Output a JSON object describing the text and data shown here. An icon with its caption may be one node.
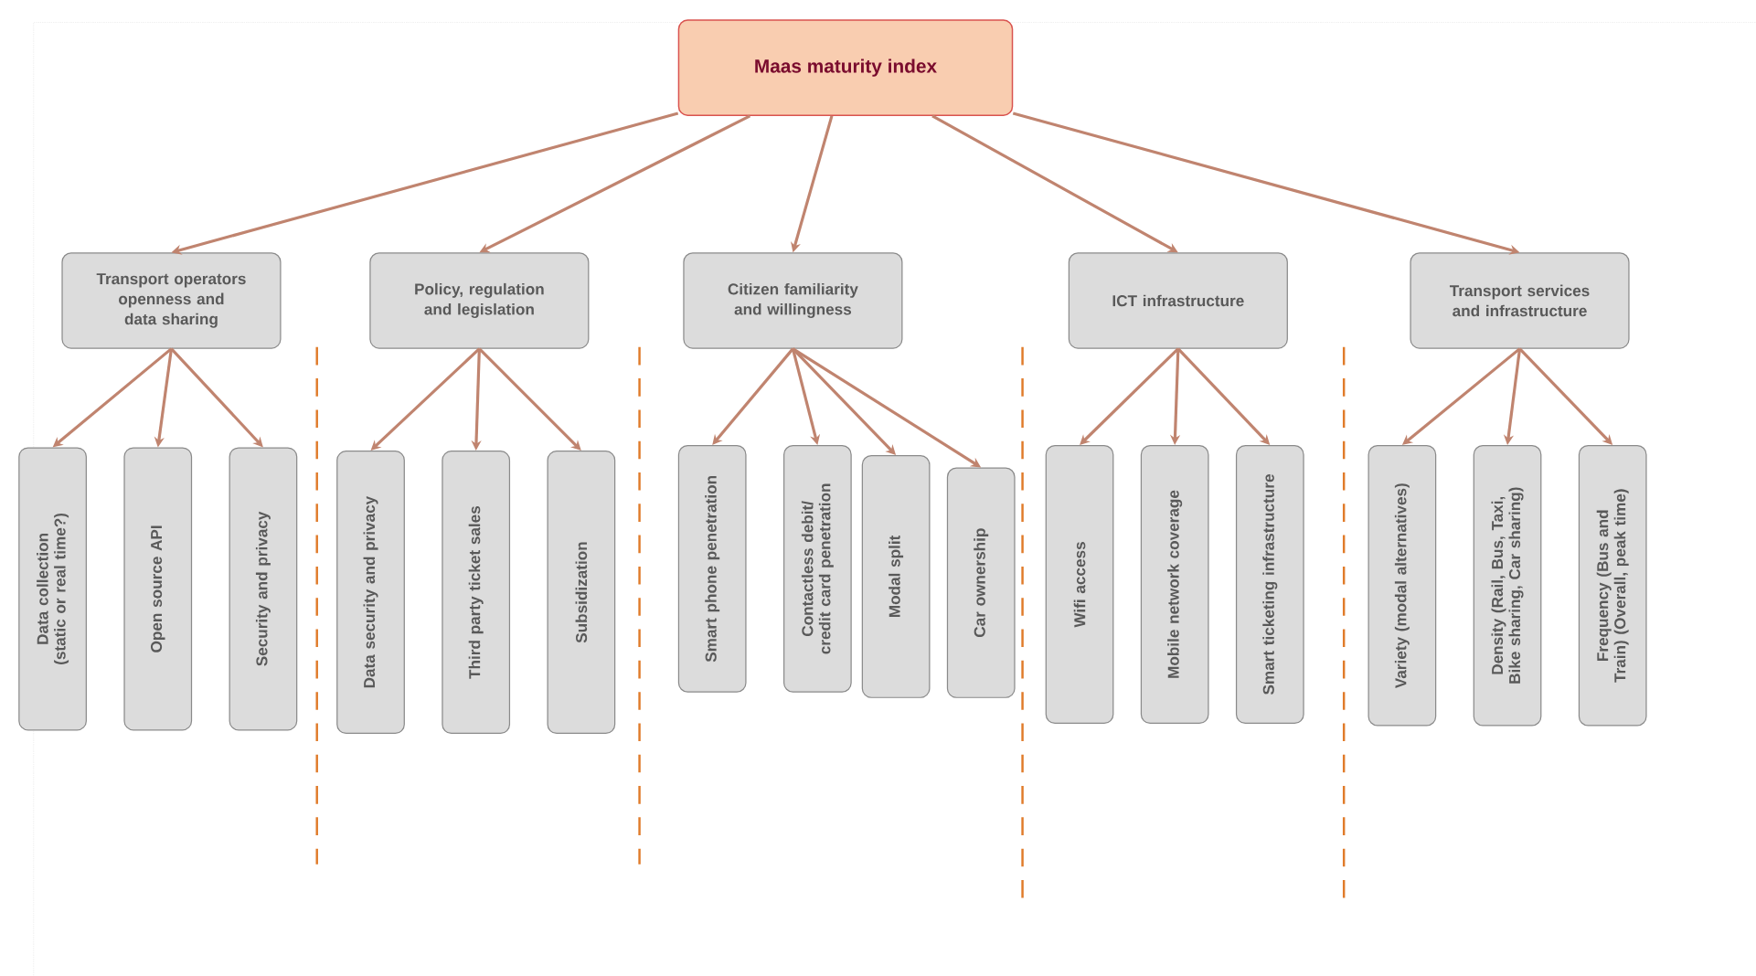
{
  "diagram": {
    "nodes": [
      {
        "text": [
          "Maas maturity index"
        ]
      },
      {
        "text": [
          "Transport operators openness and data sharing"
        ]
      },
      {
        "text": [
          "Policy, regulation and legislation"
        ]
      },
      {
        "text": [
          "Citizen familiarity and willingness"
        ]
      },
      {
        "text": [
          "ICT infrastructure"
        ]
      },
      {
        "text": [
          "Transport services and infrastructure"
        ]
      },
      {
        "text": [
          "Data collection (static or real time?)"
        ]
      },
      {
        "text": [
          "Open source API"
        ]
      },
      {
        "text": [
          "Security and privacy"
        ]
      },
      {
        "text": [
          "Data security and privacy"
        ]
      },
      {
        "text": [
          "Third party ticket sales"
        ]
      },
      {
        "text": [
          "Subsidization"
        ]
      },
      {
        "text": [
          "Smart phone penetration"
        ]
      },
      {
        "text": [
          "Contactless debit/ credit card penetration"
        ]
      },
      {
        "text": [
          "Modal split"
        ]
      },
      {
        "text": [
          "Car ownership"
        ]
      },
      {
        "text": [
          "Wifi access"
        ]
      },
      {
        "text": [
          "Mobile network coverage"
        ]
      },
      {
        "text": [
          "Smart ticketing infrastructure"
        ]
      },
      {
        "text": [
          "Variety (modal alternatives)"
        ]
      },
      {
        "text": [
          "Density (Rail, Bus, Taxi, Bike sharing, Car sharing)"
        ]
      },
      {
        "text": [
          "Frequency (Bus and Train) (Overall, peak time)"
        ]
      }
    ],
    "edges": [
      {
        "from": 0,
        "to": 1,
        "arrow": "to"
      },
      {
        "from": 0,
        "to": 2,
        "arrow": "to"
      },
      {
        "from": 0,
        "to": 3,
        "arrow": "to"
      },
      {
        "from": 0,
        "to": 4,
        "arrow": "to"
      },
      {
        "from": 0,
        "to": 5,
        "arrow": "to"
      },
      {
        "from": 1,
        "to": 6,
        "arrow": "to"
      },
      {
        "from": 1,
        "to": 7,
        "arrow": "to"
      },
      {
        "from": 1,
        "to": 8,
        "arrow": "to"
      },
      {
        "from": 2,
        "to": 9,
        "arrow": "to"
      },
      {
        "from": 2,
        "to": 10,
        "arrow": "to"
      },
      {
        "from": 2,
        "to": 11,
        "arrow": "to"
      },
      {
        "from": 3,
        "to": 12,
        "arrow": "to"
      },
      {
        "from": 3,
        "to": 13,
        "arrow": "to"
      },
      {
        "from": 3,
        "to": 14,
        "arrow": "to"
      },
      {
        "from": 3,
        "to": 15,
        "arrow": "to"
      },
      {
        "from": 4,
        "to": 16,
        "arrow": "to"
      },
      {
        "from": 4,
        "to": 17,
        "arrow": "to"
      },
      {
        "from": 4,
        "to": 18,
        "arrow": "to"
      },
      {
        "from": 5,
        "to": 19,
        "arrow": "to"
      },
      {
        "from": 5,
        "to": 20,
        "arrow": "to"
      },
      {
        "from": 5,
        "to": 21,
        "arrow": "to"
      }
    ]
  }
}
